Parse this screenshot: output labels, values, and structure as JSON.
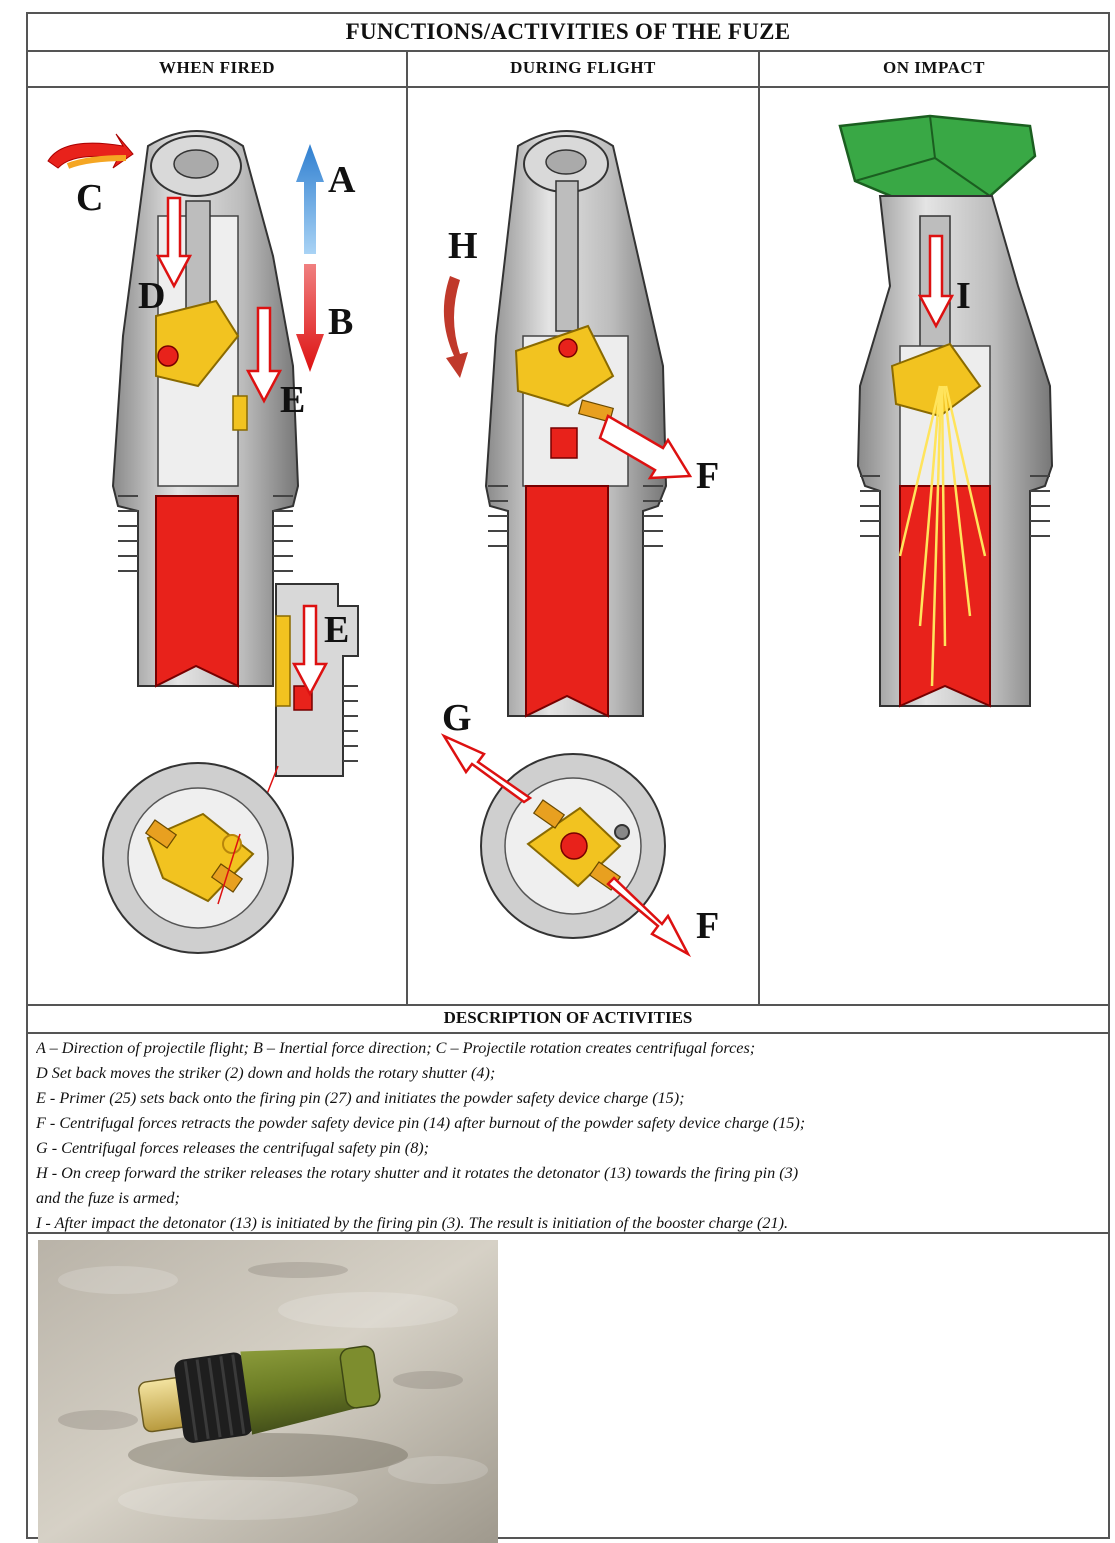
{
  "title": "FUNCTIONS/ACTIVITIES OF THE FUZE",
  "columns": {
    "when_fired": "WHEN FIRED",
    "during_flight": "DURING FLIGHT",
    "on_impact": "ON IMPACT"
  },
  "figure_labels": {
    "a": "A",
    "b": "B",
    "c": "C",
    "d": "D",
    "e": "E",
    "f": "F",
    "g": "G",
    "h": "H",
    "i": "I"
  },
  "description_heading": "DESCRIPTION OF ACTIVITIES",
  "description_lines": [
    "A – Direction of projectile flight; B – Inertial force direction; C – Projectile rotation creates centrifugal forces;",
    "D Set back moves the striker (2) down and holds the rotary shutter (4);",
    "E - Primer (25) sets back onto the firing pin (27) and initiates the powder safety device charge (15);",
    "F - Centrifugal forces retracts the powder safety device pin (14) after burnout of the powder safety device charge (15);",
    "G - Centrifugal forces releases the centrifugal safety pin (8);",
    "H  - On creep forward the striker releases the rotary shutter and it rotates the detonator (13) towards the firing pin (3)",
    "and the fuze is armed;",
    "I - After impact the detonator (13) is initiated by the firing pin (3). The result is initiation of the booster charge (21)."
  ],
  "colors": {
    "charge_red": "#e8221b",
    "shutter_yellow": "#f2c320",
    "body_grey": "#cfcfcf",
    "impact_green": "#39a845",
    "arrow_blue": "#3b8fd6"
  }
}
